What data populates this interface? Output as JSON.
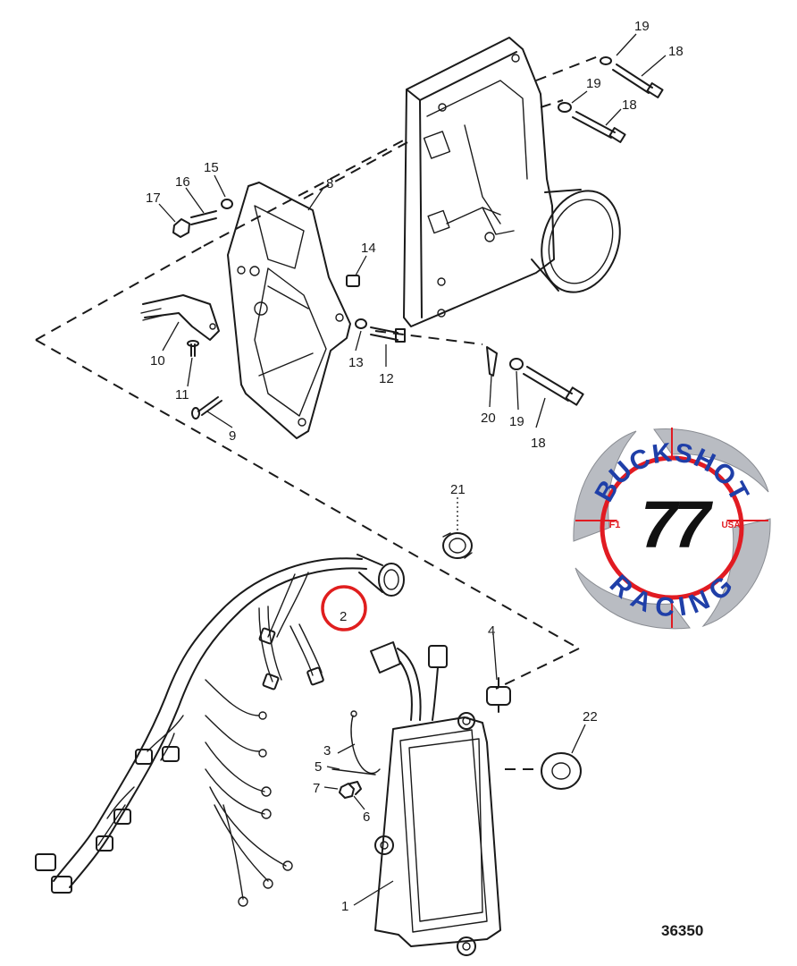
{
  "callouts": {
    "c1": "1",
    "c2": "2",
    "c3": "3",
    "c4": "4",
    "c5": "5",
    "c6": "6",
    "c7": "7",
    "c8": "8",
    "c9": "9",
    "c10": "10",
    "c11": "11",
    "c12": "12",
    "c13": "13",
    "c14": "14",
    "c15": "15",
    "c16": "16",
    "c17": "17",
    "c18a": "18",
    "c18b": "18",
    "c18c": "18",
    "c19a": "19",
    "c19b": "19",
    "c19c": "19",
    "c20": "20",
    "c21": "21",
    "c22": "22"
  },
  "figure_number": "36350",
  "highlight": {
    "callout": "2",
    "color": "#e01e1e"
  },
  "logo": {
    "line1": "BUCKSHOT",
    "line2": "RACING",
    "number": "77",
    "left_tag": "F1",
    "right_tag": "USA",
    "colors": {
      "blue": "#1f3fa8",
      "red": "#e11b22",
      "black": "#111111",
      "silver": "#b9bcc2"
    }
  }
}
